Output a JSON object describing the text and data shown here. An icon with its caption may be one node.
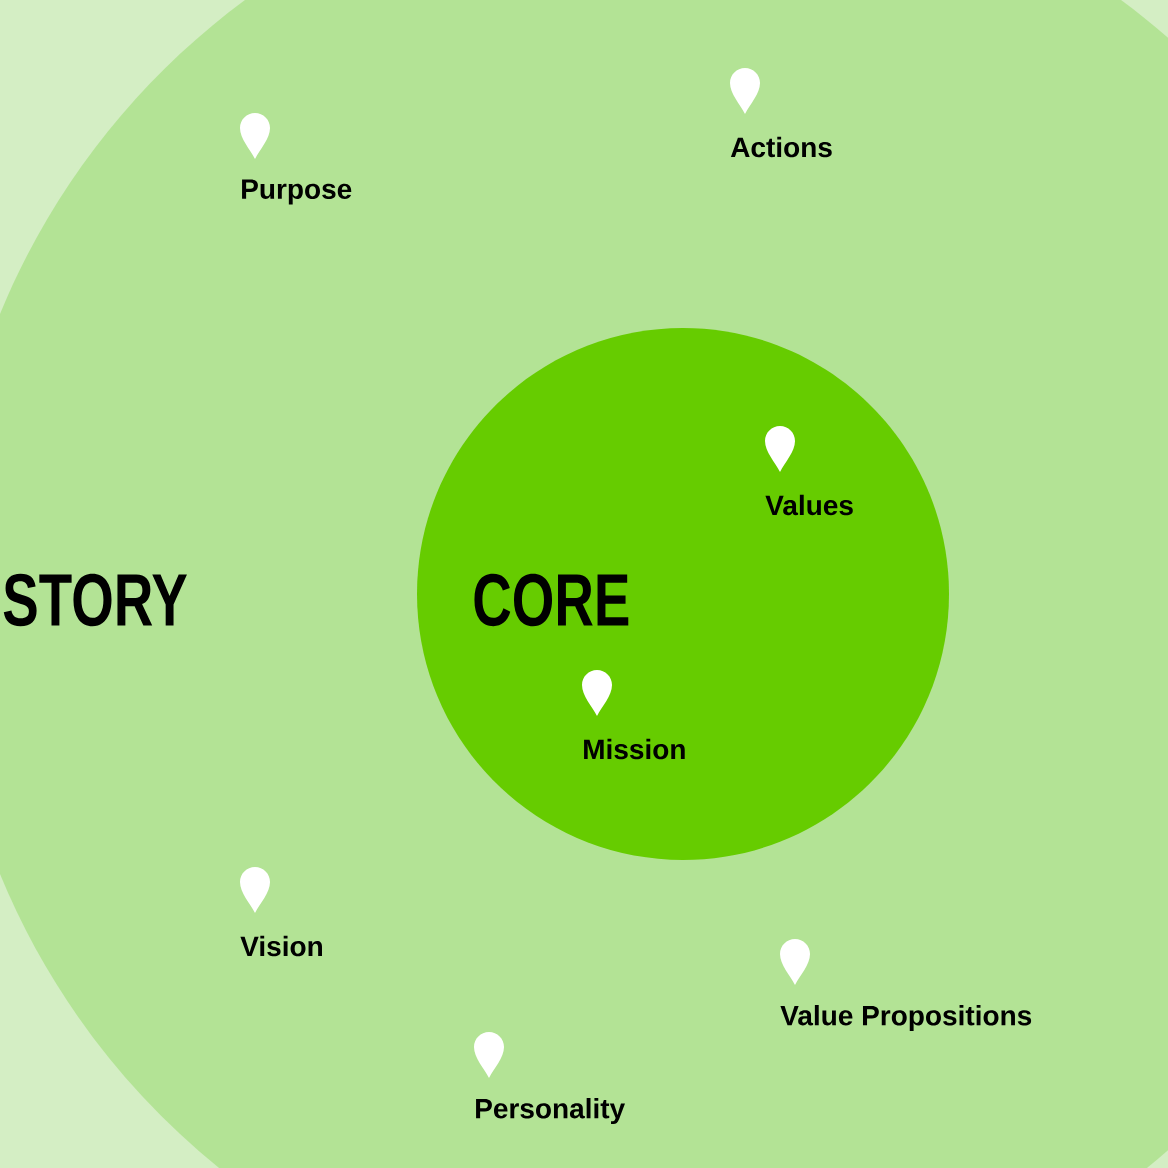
{
  "diagram": {
    "nodes": [
      {
        "text": [
          "STORY"
        ]
      },
      {
        "text": [
          "CORE"
        ],
        "in": 0
      }
    ],
    "labels": [
      "Actions",
      "Purpose",
      "Values",
      "Mission",
      "Vision",
      "Value Propositions",
      "Personality"
    ]
  }
}
